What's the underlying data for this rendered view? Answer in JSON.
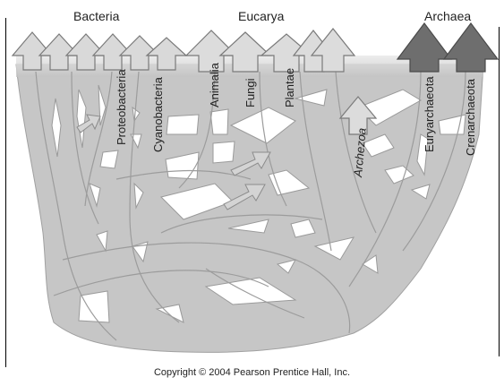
{
  "domains": {
    "bacteria": "Bacteria",
    "eucarya": "Eucarya",
    "archaea": "Archaea"
  },
  "groups": {
    "proteobacteria": "Proteobacteria",
    "cyanobacteria": "Cyanobacteria",
    "animalia": "Animalia",
    "fungi": "Fungi",
    "plantae": "Plantae",
    "archezoa": "Archezoa",
    "euryarchaeota": "Euryarchaeota",
    "crenarchaeota": "Crenarchaeota"
  },
  "copyright": "Copyright © 2004 Pearson Prentice Hall, Inc.",
  "colors": {
    "branch": "#c8c8c8",
    "branch_edge": "#9a9a9a",
    "arrow_light": "#d9d9d9",
    "arrow_dark": "#6e6e6e",
    "gap": "#ffffff"
  }
}
